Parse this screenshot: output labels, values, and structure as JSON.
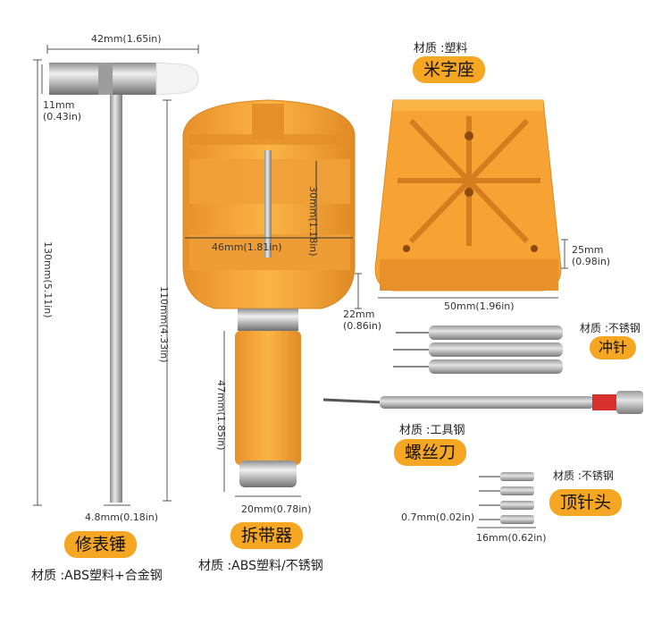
{
  "hammer": {
    "dim_width": "42mm(1.65in)",
    "dim_head_line1": "11mm",
    "dim_head_line2": "(0.43in)",
    "dim_length": "130mm(5.11in)",
    "dim_shaft": "4.8mm(0.18in)",
    "name": "修表锤",
    "material": "材质 :ABS塑料+合金钢"
  },
  "band_remover": {
    "dim_width": "46mm(1.81in)",
    "dim_inner_height": "30mm(1.18in)",
    "dim_total_height": "110mm(4.33in)",
    "dim_handle_height": "47mm(1.85in)",
    "dim_handle_width": "20mm(0.78in)",
    "dim_head_line1": "22mm",
    "dim_head_line2": "(0.86in)",
    "name": "拆带器",
    "material": "材质 :ABS塑料/不锈钢"
  },
  "holder_block": {
    "material": "材质 :塑料",
    "name": "米字座",
    "dim_height_line1": "25mm",
    "dim_height_line2": "(0.98in)",
    "dim_width": "50mm(1.96in)"
  },
  "punch": {
    "material": "材质 :不锈钢",
    "name": "冲针"
  },
  "screwdriver": {
    "material": "材质 :工具钢",
    "name": "螺丝刀"
  },
  "pin_heads": {
    "material": "材质 :不锈钢",
    "name": "顶针头",
    "dim_diameter": "0.7mm(0.02in)",
    "dim_length": "16mm(0.62in)"
  },
  "colors": {
    "accent": "#f5a623",
    "orange_plastic": "#f7a733",
    "steel": "#b8b8b8",
    "red_band": "#d8302c"
  }
}
